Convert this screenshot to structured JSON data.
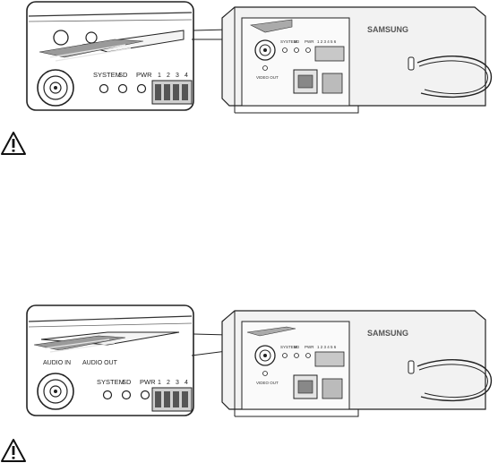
{
  "figures": [
    {
      "zoom_labels": {
        "system": "SYSTEM",
        "sd": "SD",
        "pwr": "PWR",
        "pins": [
          "1",
          "2",
          "3",
          "4"
        ]
      },
      "camera_labels": {
        "brand": "SAMSUNG",
        "system": "SYSTEM",
        "sd": "SD",
        "pwr": "PWR",
        "pins": "1 2 3 4 5 6",
        "video_out": "VIDEO OUT"
      }
    },
    {
      "zoom_labels": {
        "audio_in": "AUDIO IN",
        "audio_out": "AUDIO OUT",
        "system": "SYSTEM",
        "sd": "SD",
        "pwr": "PWR",
        "pins": [
          "1",
          "2",
          "3",
          "4"
        ]
      },
      "camera_labels": {
        "brand": "SAMSUNG",
        "system": "SYSTEM",
        "sd": "SD",
        "pwr": "PWR",
        "pins": "1 2 3 4 5 6",
        "video_out": "VIDEO OUT"
      }
    }
  ],
  "icons": [
    "warning-icon",
    "warning-icon"
  ]
}
